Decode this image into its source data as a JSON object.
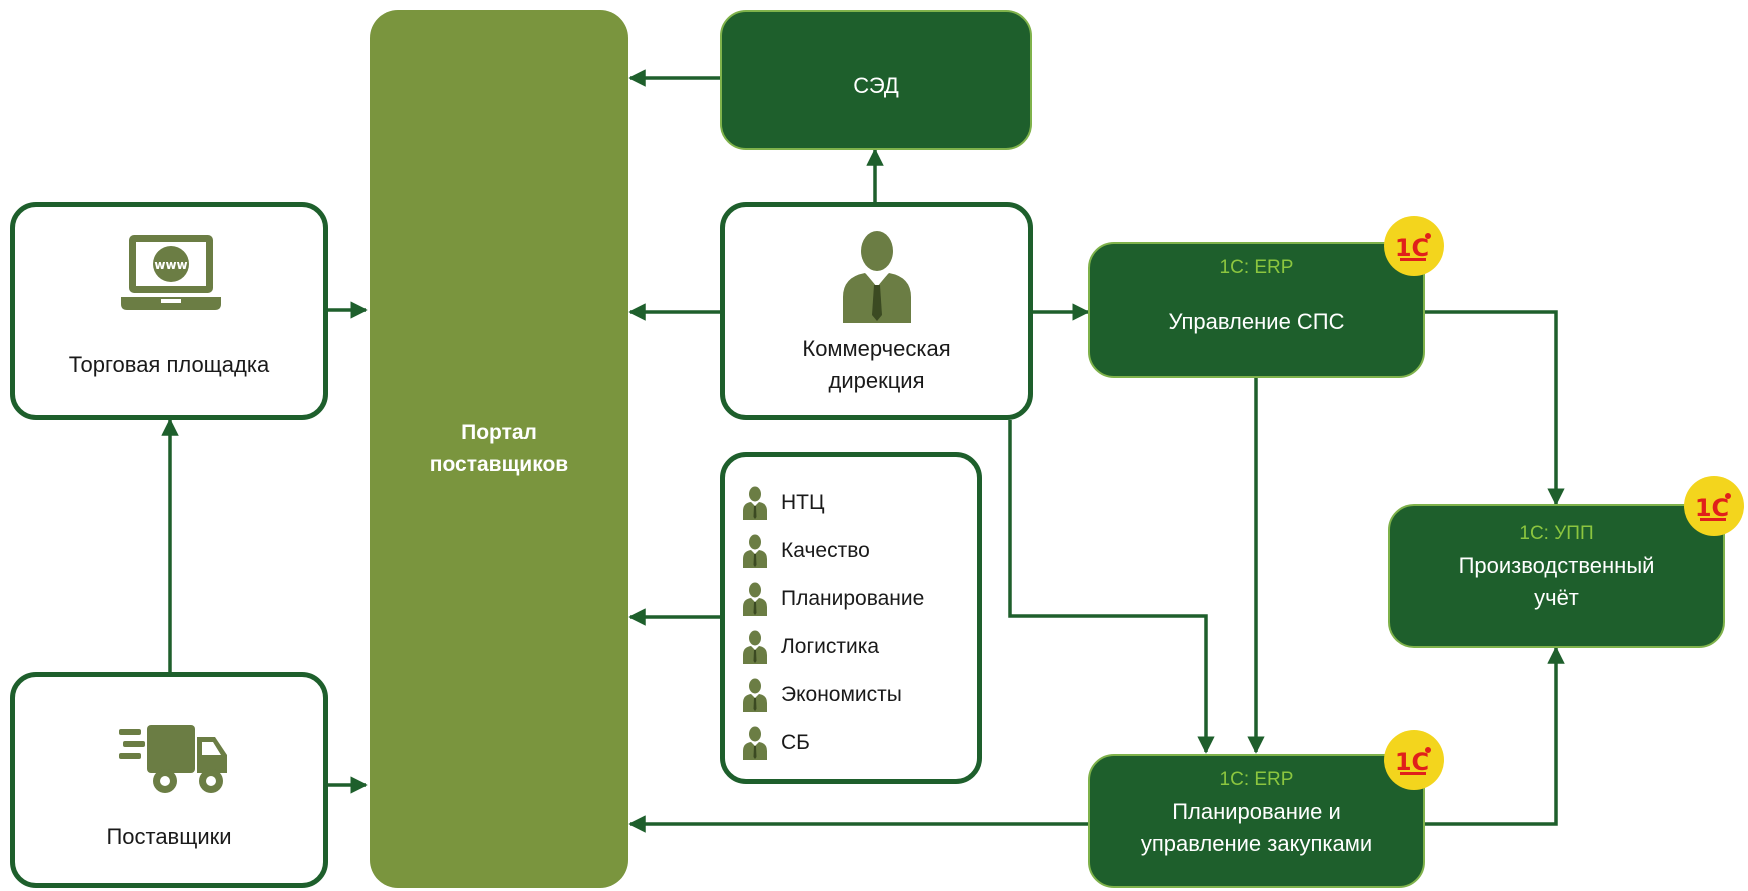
{
  "colors": {
    "dark_green": "#1e5f2c",
    "olive": "#7a953e",
    "icon_olive": "#6b7d44",
    "light_green_text": "#8cc63f",
    "badge_yellow": "#f3d51d",
    "badge_red": "#e0201b"
  },
  "portal": {
    "title": "Портал поставщиков"
  },
  "marketplace": {
    "label": "Торговая площадка",
    "icon": "www-laptop-icon"
  },
  "suppliers": {
    "label": "Поставщики",
    "icon": "delivery-truck-icon"
  },
  "edms": {
    "label": "СЭД"
  },
  "commercial": {
    "label": "Коммерческая дирекция",
    "icon": "businessman-icon"
  },
  "roles": [
    {
      "label": "НТЦ"
    },
    {
      "label": "Качество"
    },
    {
      "label": "Планирование"
    },
    {
      "label": "Логистика"
    },
    {
      "label": "Экономисты"
    },
    {
      "label": "СБ"
    }
  ],
  "erp_sps": {
    "system": "1С: ERP",
    "label": "Управление СПС"
  },
  "upp": {
    "system": "1С: УПП",
    "label": "Производственный учёт"
  },
  "erp_purchasing": {
    "system": "1С: ERP",
    "label": "Планирование и управление закупками"
  },
  "badge": {
    "icon": "1c-logo-icon"
  }
}
